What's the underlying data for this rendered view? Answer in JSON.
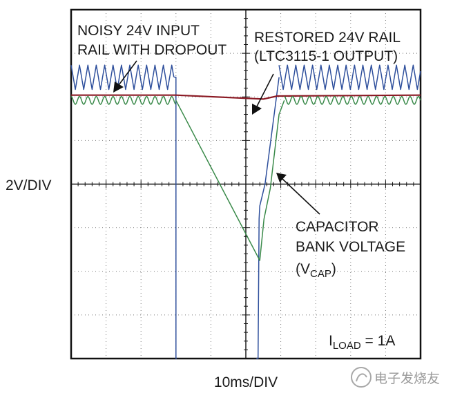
{
  "chart_data": {
    "type": "line",
    "x_scale_label": "10ms/DIV",
    "y_scale_label": "2V/DIV",
    "xlim": [
      0,
      10
    ],
    "ylim": [
      0,
      8
    ],
    "grid": true,
    "series": [
      {
        "name": "NOISY 24V INPUT RAIL WITH DROPOUT",
        "color": "#2e4f9c",
        "segments": [
          {
            "x0": 0.0,
            "x1": 2.95,
            "base": 6.45,
            "amp": 0.28,
            "period": 0.24,
            "shape": "triangle"
          },
          {
            "x": [
              2.95,
              3.0,
              3.0,
              3.02
            ],
            "y": [
              6.45,
              6.45,
              0.0,
              0.0
            ]
          },
          {
            "x": [
              5.3,
              5.35,
              5.38,
              5.4,
              5.55,
              5.95
            ],
            "y": [
              0.0,
              0.0,
              3.2,
              3.5,
              4.0,
              6.45
            ]
          },
          {
            "x0": 5.95,
            "x1": 10.0,
            "base": 6.45,
            "amp": 0.28,
            "period": 0.24,
            "shape": "triangle"
          }
        ]
      },
      {
        "name": "RESTORED 24V RAIL (LTC3115-1 OUTPUT)",
        "color": "#8b1a24",
        "segments": [
          {
            "x": [
              0.0,
              3.0,
              5.5,
              5.9,
              10.0
            ],
            "y": [
              6.04,
              6.04,
              5.95,
              6.02,
              6.04
            ]
          }
        ]
      },
      {
        "name": "CAPACITOR BANK VOLTAGE (VCAP)",
        "color": "#3a8a4a",
        "segments": [
          {
            "x0": 0.0,
            "x1": 3.0,
            "base": 5.92,
            "amp": 0.09,
            "period": 0.24,
            "shape": "sine"
          },
          {
            "x": [
              3.0,
              5.4,
              5.52,
              5.7,
              5.95,
              6.1
            ],
            "y": [
              5.92,
              2.25,
              3.2,
              3.9,
              5.6,
              5.92
            ]
          },
          {
            "x0": 6.1,
            "x1": 10.0,
            "base": 5.92,
            "amp": 0.09,
            "period": 0.24,
            "shape": "sine"
          }
        ]
      }
    ]
  },
  "annotations": {
    "input_rail_l1": "NOISY 24V INPUT",
    "input_rail_l2": "RAIL WITH DROPOUT",
    "restored_l1": "RESTORED 24V RAIL",
    "restored_l2": "(LTC3115-1 OUTPUT)",
    "cap_l1": "CAPACITOR",
    "cap_l2": "BANK VOLTAGE",
    "cap_l3_main": "(V",
    "cap_l3_sub": "CAP",
    "cap_l3_end": ")",
    "iload_main": "I",
    "iload_sub": "LOAD",
    "iload_value": " = 1A"
  },
  "watermark": "电子发烧友"
}
